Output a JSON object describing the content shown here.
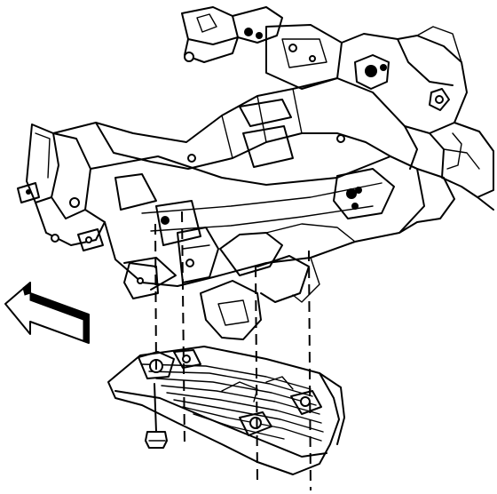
{
  "figure": {
    "background": "#ffffff",
    "ink_color": "#000000",
    "parts": [
      {
        "id": "frame-crossmember",
        "name": "frame-crossmember"
      },
      {
        "id": "skid-plate",
        "name": "skid-plate"
      },
      {
        "id": "bolt",
        "name": "bolt"
      },
      {
        "id": "direction-arrow",
        "name": "front-direction-arrow-icon"
      }
    ],
    "fastener_alignment_lines": 4
  }
}
